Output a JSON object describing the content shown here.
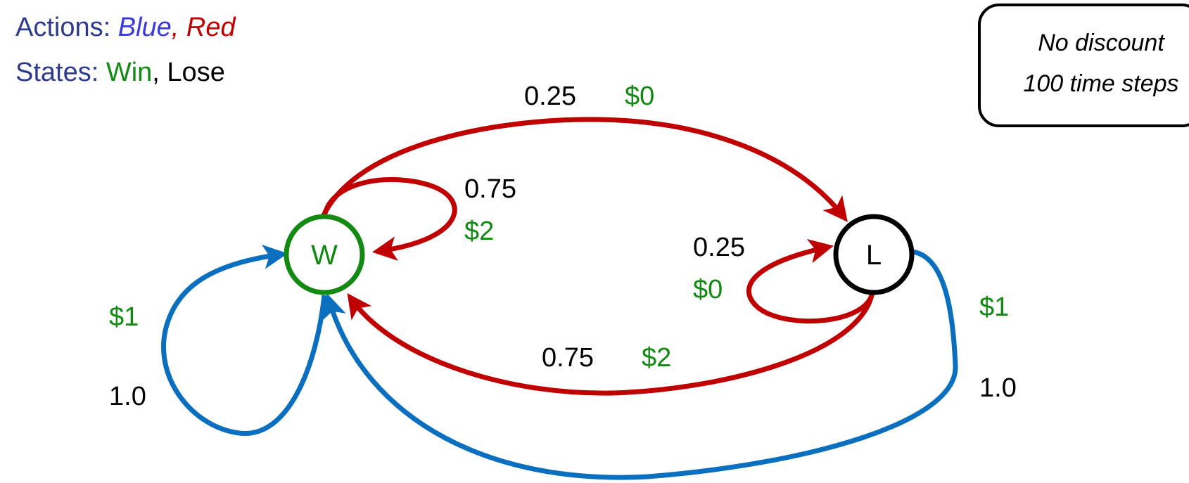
{
  "legend": {
    "actions_label": "Actions: ",
    "action_blue": "Blue",
    "action_separator": ", ",
    "action_red": "Red",
    "states_label": "States: ",
    "state_win": "Win",
    "state_separator": ", ",
    "state_lose": "Lose"
  },
  "info": {
    "line1": "No discount",
    "line2": "100 time steps"
  },
  "states": {
    "win": {
      "label": "W",
      "color": "#128a12"
    },
    "lose": {
      "label": "L",
      "color": "#000000"
    }
  },
  "colors": {
    "blue_action": "#0b6fc0",
    "red_action": "#c00000",
    "reward": "#128a12"
  },
  "transitions": {
    "red_w_to_l": {
      "prob": "0.25",
      "reward": "$0"
    },
    "red_w_to_w": {
      "prob": "0.75",
      "reward": "$2"
    },
    "red_l_to_l": {
      "prob": "0.25",
      "reward": "$0"
    },
    "red_l_to_w": {
      "prob": "0.75",
      "reward": "$2"
    },
    "blue_w_to_w": {
      "prob": "1.0",
      "reward": "$1"
    },
    "blue_l_to_w": {
      "prob": "1.0",
      "reward": "$1"
    }
  }
}
